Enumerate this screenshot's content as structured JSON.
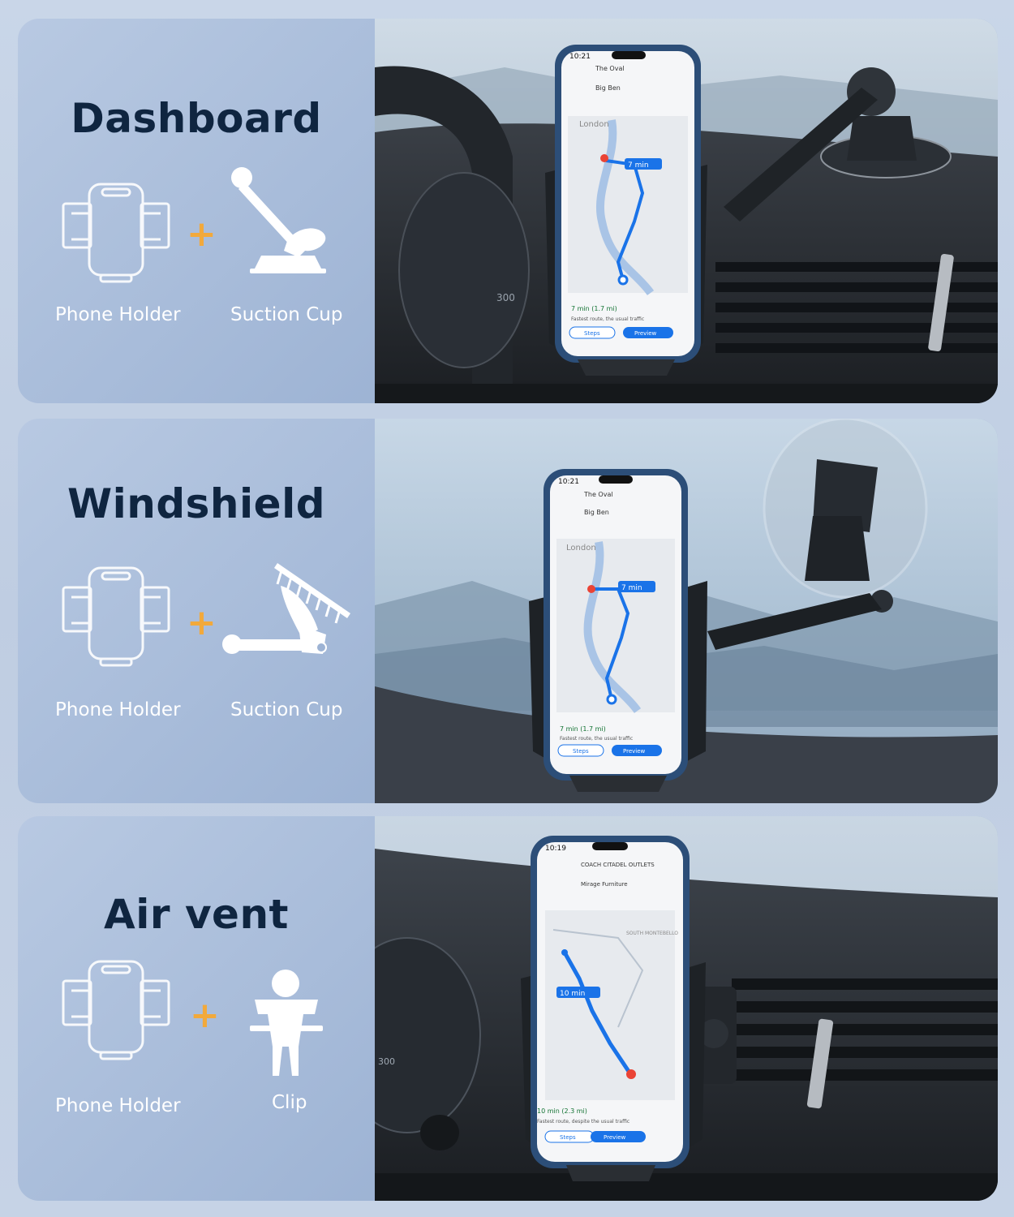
{
  "sections": [
    {
      "title": "Dashboard",
      "items": [
        "Phone Holder",
        "Suction Cup"
      ],
      "plus": "+",
      "icons": [
        "phone-holder-icon",
        "dashboard-suction-arm-icon"
      ],
      "phone": {
        "time": "10:21",
        "from": "The Oval",
        "to": "Big Ben",
        "eta": "7 min",
        "eta_detail": "7 min (1.7 mi)",
        "note": "Fastest route, the usual traffic",
        "steps": "Steps",
        "preview": "Preview",
        "city": "London"
      }
    },
    {
      "title": "Windshield",
      "items": [
        "Phone Holder",
        "Suction Cup"
      ],
      "plus": "+",
      "icons": [
        "phone-holder-icon",
        "windshield-suction-arm-icon"
      ],
      "phone": {
        "time": "10:21",
        "from": "The Oval",
        "to": "Big Ben",
        "eta": "7 min",
        "eta_detail": "7 min (1.7 mi)",
        "note": "Fastest route, the usual traffic",
        "steps": "Steps",
        "preview": "Preview",
        "city": "London"
      }
    },
    {
      "title": "Air vent",
      "items": [
        "Phone Holder",
        "Clip"
      ],
      "plus": "+",
      "icons": [
        "phone-holder-icon",
        "vent-clip-icon"
      ],
      "phone": {
        "time": "10:19",
        "from": "COACH CITADEL OUTLETS",
        "to": "Mirage Furniture",
        "eta": "10 min",
        "eta_detail": "10 min (2.3 mi)",
        "note": "Fastest route, despite the usual traffic",
        "steps": "Steps",
        "preview": "Preview",
        "city": "SOUTH MONTEBELLO"
      }
    }
  ],
  "colors": {
    "title": "#0f2540",
    "plus": "#f2a93b",
    "label": "#ffffff",
    "card_bg": "#9db3d4",
    "route": "#1a73e8"
  }
}
